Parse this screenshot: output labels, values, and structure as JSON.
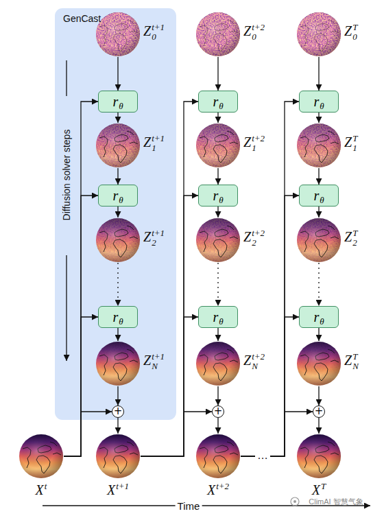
{
  "diagram": {
    "nodes": [
      {
        "text": [
          "GenCast",
          "Diffusion solver steps"
        ]
      },
      {
        "text": [
          "Z",
          "0",
          "t+1"
        ],
        "in": 0
      },
      {
        "text": [
          "r",
          "θ"
        ],
        "in": 0
      },
      {
        "text": [
          "Z",
          "1",
          "t+1"
        ],
        "in": 0
      },
      {
        "text": [
          "r",
          "θ"
        ],
        "in": 0
      },
      {
        "text": [
          "Z",
          "2",
          "t+1"
        ],
        "in": 0
      },
      {
        "text": [
          "r",
          "θ"
        ],
        "in": 0
      },
      {
        "text": [
          "Z",
          "N",
          "t+1"
        ],
        "in": 0
      },
      {
        "text": [
          "+"
        ],
        "in": 0
      },
      {
        "text": [
          "X",
          "t"
        ]
      },
      {
        "text": [
          "X",
          "t+1"
        ]
      },
      {
        "text": [
          "Z",
          "0",
          "t+2"
        ]
      },
      {
        "text": [
          "r",
          "θ"
        ]
      },
      {
        "text": [
          "Z",
          "1",
          "t+2"
        ]
      },
      {
        "text": [
          "r",
          "θ"
        ]
      },
      {
        "text": [
          "Z",
          "2",
          "t+2"
        ]
      },
      {
        "text": [
          "r",
          "θ"
        ]
      },
      {
        "text": [
          "Z",
          "N",
          "t+2"
        ]
      },
      {
        "text": [
          "+"
        ]
      },
      {
        "text": [
          "X",
          "t+2"
        ]
      },
      {
        "text": [
          "Z",
          "0",
          "T"
        ]
      },
      {
        "text": [
          "r",
          "θ"
        ]
      },
      {
        "text": [
          "Z",
          "1",
          "T"
        ]
      },
      {
        "text": [
          "r",
          "θ"
        ]
      },
      {
        "text": [
          "Z",
          "2",
          "T"
        ]
      },
      {
        "text": [
          "r",
          "θ"
        ]
      },
      {
        "text": [
          "Z",
          "N",
          "T"
        ]
      },
      {
        "text": [
          "+"
        ]
      },
      {
        "text": [
          "X",
          "T"
        ]
      }
    ],
    "edges": [
      {
        "from": 1,
        "to": 2,
        "arrow": "to"
      },
      {
        "from": 2,
        "to": 3,
        "arrow": "to"
      },
      {
        "from": 3,
        "to": 4,
        "arrow": "to"
      },
      {
        "from": 4,
        "to": 5,
        "arrow": "to"
      },
      {
        "from": 5,
        "to": 6,
        "arrow": "to"
      },
      {
        "from": 6,
        "to": 7,
        "arrow": "to"
      },
      {
        "from": 7,
        "to": 8,
        "arrow": "to"
      },
      {
        "from": 8,
        "to": 10,
        "arrow": "to"
      },
      {
        "from": 9,
        "to": 2,
        "arrow": "to"
      },
      {
        "from": 9,
        "to": 4,
        "arrow": "to"
      },
      {
        "from": 9,
        "to": 6,
        "arrow": "to"
      },
      {
        "from": 9,
        "to": 8,
        "arrow": "to"
      },
      {
        "from": 11,
        "to": 12,
        "arrow": "to"
      },
      {
        "from": 12,
        "to": 13,
        "arrow": "to"
      },
      {
        "from": 13,
        "to": 14,
        "arrow": "to"
      },
      {
        "from": 14,
        "to": 15,
        "arrow": "to"
      },
      {
        "from": 15,
        "to": 16,
        "arrow": "to"
      },
      {
        "from": 16,
        "to": 17,
        "arrow": "to"
      },
      {
        "from": 17,
        "to": 18,
        "arrow": "to"
      },
      {
        "from": 18,
        "to": 19,
        "arrow": "to"
      },
      {
        "from": 10,
        "to": 12,
        "arrow": "to"
      },
      {
        "from": 10,
        "to": 14,
        "arrow": "to"
      },
      {
        "from": 10,
        "to": 16,
        "arrow": "to"
      },
      {
        "from": 10,
        "to": 18,
        "arrow": "to"
      },
      {
        "from": 20,
        "to": 21,
        "arrow": "to"
      },
      {
        "from": 21,
        "to": 22,
        "arrow": "to"
      },
      {
        "from": 22,
        "to": 23,
        "arrow": "to"
      },
      {
        "from": 23,
        "to": 24,
        "arrow": "to"
      },
      {
        "from": 24,
        "to": 25,
        "arrow": "to"
      },
      {
        "from": 25,
        "to": 26,
        "arrow": "to"
      },
      {
        "from": 26,
        "to": 27,
        "arrow": "to"
      },
      {
        "from": 27,
        "to": 28,
        "arrow": "to"
      },
      {
        "from": 19,
        "to": 21,
        "arrow": "to"
      },
      {
        "from": 19,
        "to": 23,
        "arrow": "to"
      },
      {
        "from": 19,
        "to": 25,
        "arrow": "to"
      },
      {
        "from": 19,
        "to": 27,
        "arrow": "to"
      }
    ],
    "labels": [
      "…",
      "Time",
      "ClimAI 智慧气象"
    ]
  }
}
